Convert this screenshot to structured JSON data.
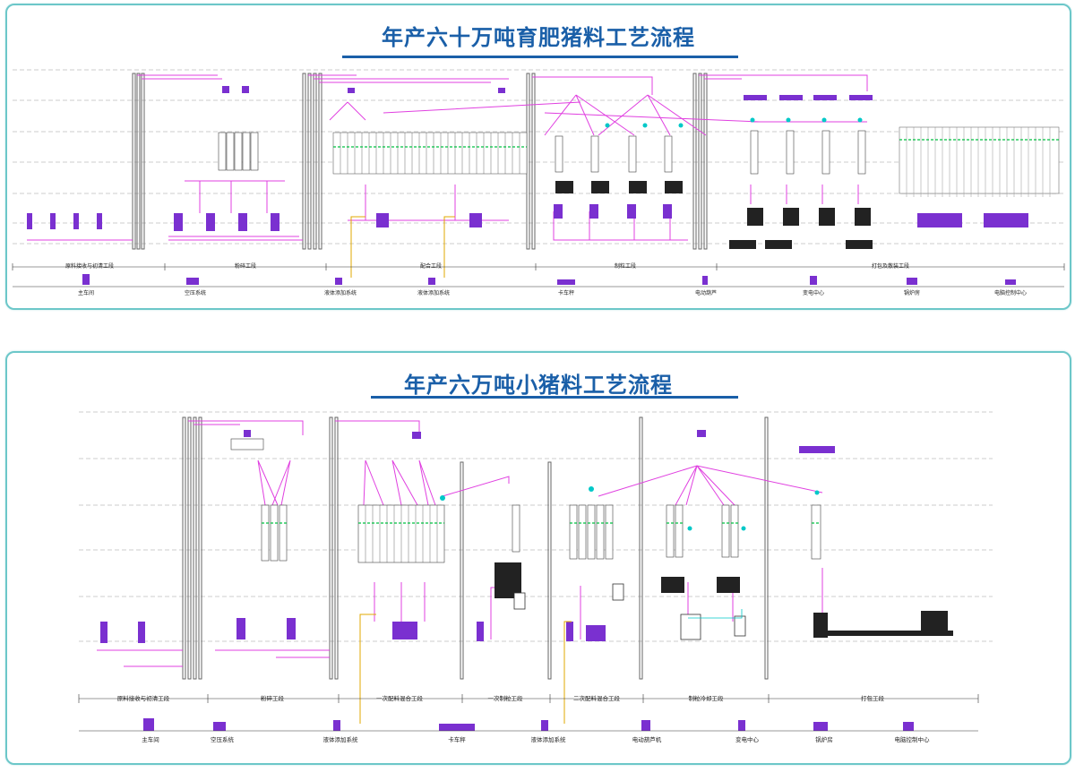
{
  "diagram1": {
    "title": "年产六十万吨育肥猪料工艺流程",
    "sections": [
      "原料接收与初清工段",
      "粉碎工段",
      "配合工段",
      "制粒工段",
      "打包及散装工段"
    ],
    "bottom_items": [
      "主车间",
      "空压系统",
      "液体添加系统",
      "液体添加系统",
      "卡车秤",
      "电动葫芦",
      "变电中心",
      "锅炉房",
      "电脑控制中心"
    ]
  },
  "diagram2": {
    "title": "年产六万吨小猪料工艺流程",
    "sections": [
      "原料接收与初清工段",
      "粉碎工段",
      "一次配料混合工段",
      "一次制粒工段",
      "二次配料混合工段",
      "制粒冷却工段",
      "打包工段"
    ],
    "bottom_items": [
      "主车间",
      "空压系统",
      "液体添加系统",
      "卡车秤",
      "液体添加系统",
      "电动葫芦机",
      "变电中心",
      "锅炉房",
      "电脑控制中心"
    ]
  },
  "colors": {
    "accent": "#1a5fa8",
    "border": "#6cc7c9",
    "pipe": "#e040e0",
    "equipment": "#7a30d0",
    "aux": "#00c8c8",
    "liquid": "#e0a800"
  }
}
